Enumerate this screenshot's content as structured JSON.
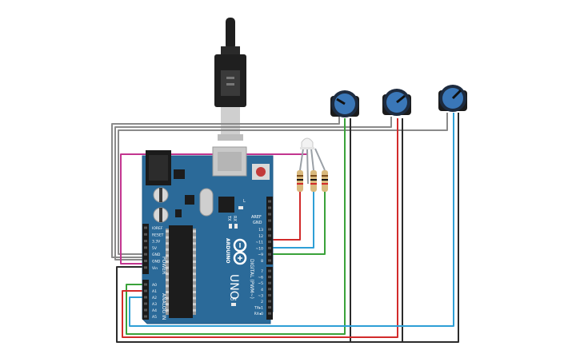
{
  "board": {
    "brand": "ARDUINO",
    "model": "UNO",
    "tx_label": "TX",
    "rx_label": "RX",
    "l_label": "L",
    "on_label": "ON",
    "aref_label": "AREF",
    "gnd_label": "GND",
    "digital_label": "DIGITAL (PWM~)",
    "analog_label": "ANALOG IN",
    "power_label": "POWER",
    "power_pins": [
      "IOREF",
      "RESET",
      "3.3V",
      "5V",
      "GND",
      "GND",
      "Vin"
    ],
    "analog_pins": [
      "A0",
      "A1",
      "A2",
      "A3",
      "A4",
      "A5"
    ],
    "digital_pins": [
      "13",
      "12",
      "~11",
      "~10",
      "~9",
      "8",
      "7",
      "~6",
      "~5",
      "4",
      "~3",
      "2",
      "TX▸1",
      "RX◂0"
    ],
    "board_color": "#2b6a99"
  },
  "components": {
    "usb_cable": "usb-connector",
    "rgb_led": "rgb-led",
    "resistors": 3,
    "potentiometers": 3
  },
  "wire_colors": {
    "red": "#d22b2b",
    "blue": "#2e9fd6",
    "green": "#3aa23a",
    "magenta": "#c2358f",
    "black": "#2b2b2b",
    "gray": "#8a8a8a"
  }
}
